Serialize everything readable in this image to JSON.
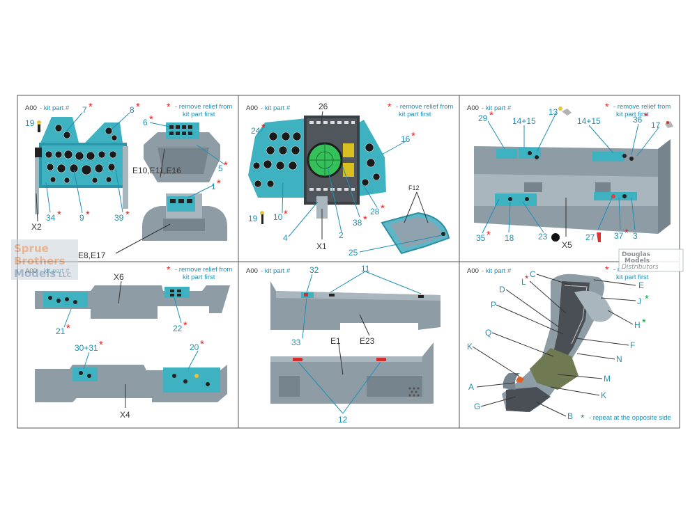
{
  "header_code": "A00",
  "header_kit": "- kit part #",
  "remove_line1": "- remove relief from",
  "remove_line2": "kit part first",
  "remove_line1_cut": "- remo",
  "remove_line2_cut": "kit part first",
  "asterisk": "*",
  "green_note": "- repeat at the opposite side",
  "watermark_left": [
    "Sprue",
    "Brothers",
    "Models",
    "LLC"
  ],
  "watermark_right": [
    "Douglas",
    "Models",
    "Distributors"
  ],
  "p1": {
    "labels": [
      "7",
      "8",
      "6",
      "19",
      "E10,E11,E16",
      "5",
      "1",
      "X2",
      "34",
      "9",
      "39",
      "E8,E17"
    ]
  },
  "p2": {
    "labels": [
      "26",
      "24",
      "16",
      "F12",
      "19",
      "10",
      "38",
      "28",
      "4",
      "2",
      "X1",
      "25"
    ]
  },
  "p3": {
    "labels": [
      "29",
      "13",
      "14+15",
      "14+15",
      "36",
      "17",
      "35",
      "18",
      "23",
      "X5",
      "27",
      "37",
      "3"
    ]
  },
  "p4": {
    "labels": [
      "X6",
      "21",
      "22",
      "30+31",
      "20",
      "X4"
    ]
  },
  "p5": {
    "labels": [
      "32",
      "11",
      "33",
      "E23",
      "E1",
      "12"
    ]
  },
  "p6": {
    "labels": [
      "C",
      "L",
      "E",
      "D",
      "J",
      "P",
      "H",
      "Q",
      "F",
      "K",
      "N",
      "M",
      "A",
      "K",
      "G",
      "B"
    ]
  }
}
